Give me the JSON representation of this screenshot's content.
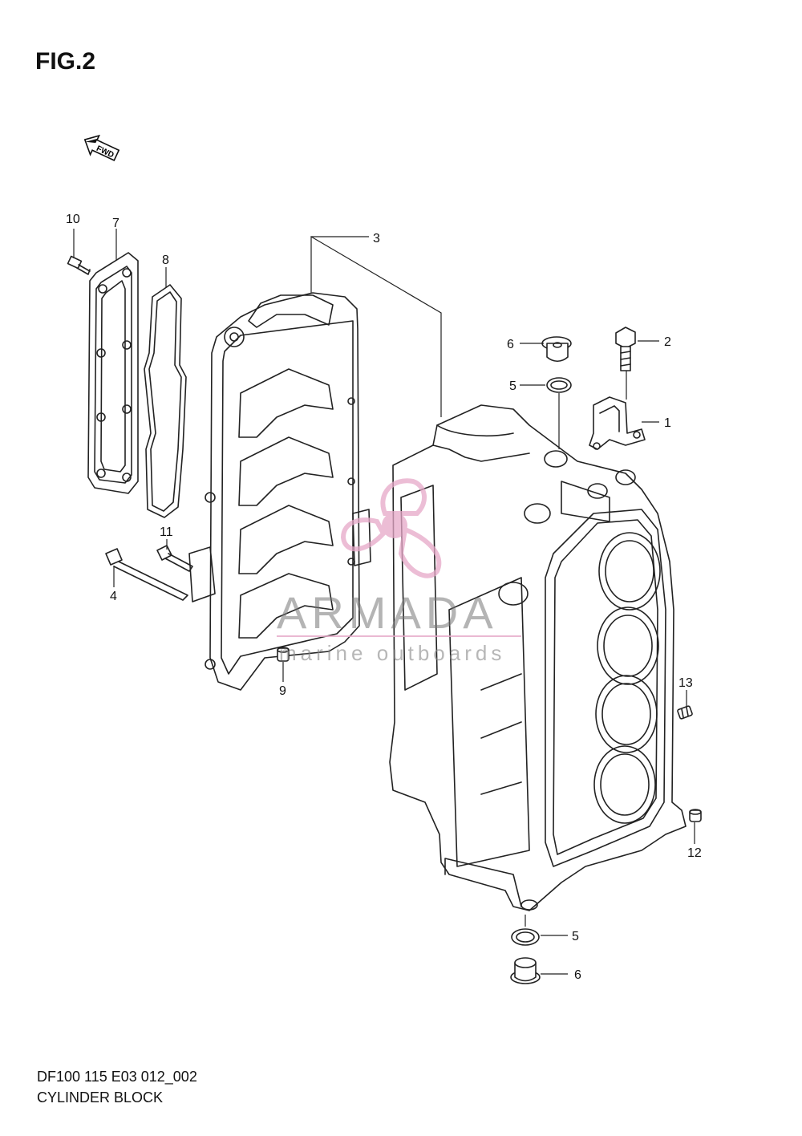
{
  "figure": {
    "title": "FIG.2"
  },
  "fwd_label": "FWD",
  "callouts": [
    {
      "id": "c10",
      "label": "10"
    },
    {
      "id": "c7",
      "label": "7"
    },
    {
      "id": "c8",
      "label": "8"
    },
    {
      "id": "c3",
      "label": "3"
    },
    {
      "id": "c6a",
      "label": "6"
    },
    {
      "id": "c2",
      "label": "2"
    },
    {
      "id": "c5a",
      "label": "5"
    },
    {
      "id": "c1",
      "label": "1"
    },
    {
      "id": "c11",
      "label": "11"
    },
    {
      "id": "c4",
      "label": "4"
    },
    {
      "id": "c9",
      "label": "9"
    },
    {
      "id": "c13",
      "label": "13"
    },
    {
      "id": "c12",
      "label": "12"
    },
    {
      "id": "c5b",
      "label": "5"
    },
    {
      "id": "c6b",
      "label": "6"
    }
  ],
  "watermark": {
    "brand": "ARMADA",
    "tagline": "marine outboards",
    "color": "#e6a8c8"
  },
  "footer": {
    "code": "DF100 115 E03 012_002",
    "name": "CYLINDER BLOCK"
  }
}
